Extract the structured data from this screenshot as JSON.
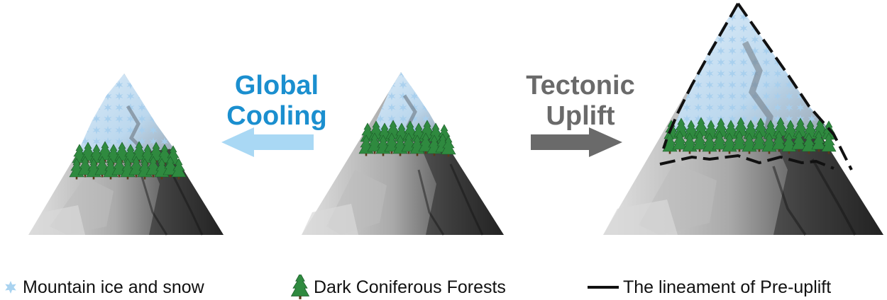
{
  "arrows": {
    "cooling": {
      "line1": "Global",
      "line2": "Cooling",
      "color": "#1b8fcf",
      "arrow_color": "#a9d8f4",
      "direction": "left"
    },
    "uplift": {
      "line1": "Tectonic",
      "line2": "Uplift",
      "color": "#6a6a6a",
      "arrow_color": "#6a6a6a",
      "direction": "right"
    }
  },
  "mountains": [
    {
      "name": "cooled",
      "snow": "snow above a lowered treeline"
    },
    {
      "name": "original",
      "snow": "snow above the treeline"
    },
    {
      "name": "uplifted",
      "snow": "expanded snow zone with pre-uplift lineament"
    }
  ],
  "legend": {
    "snow": {
      "label": "Mountain ice and snow",
      "icon": "snowflake-icon",
      "color": "#a9d3f0"
    },
    "forest": {
      "label": "Dark Coniferous Forests",
      "icon": "conifer-tree-icon",
      "color": "#2f8a3f"
    },
    "lineament": {
      "label": "The lineament of Pre-uplift",
      "icon": "dash-line-icon",
      "color": "#111111"
    }
  },
  "colors": {
    "snow": "#bcdcf3",
    "rock_dark": "#2a2a2a",
    "rock_light": "#cfcfcf",
    "forest": "#2f8a3f"
  }
}
